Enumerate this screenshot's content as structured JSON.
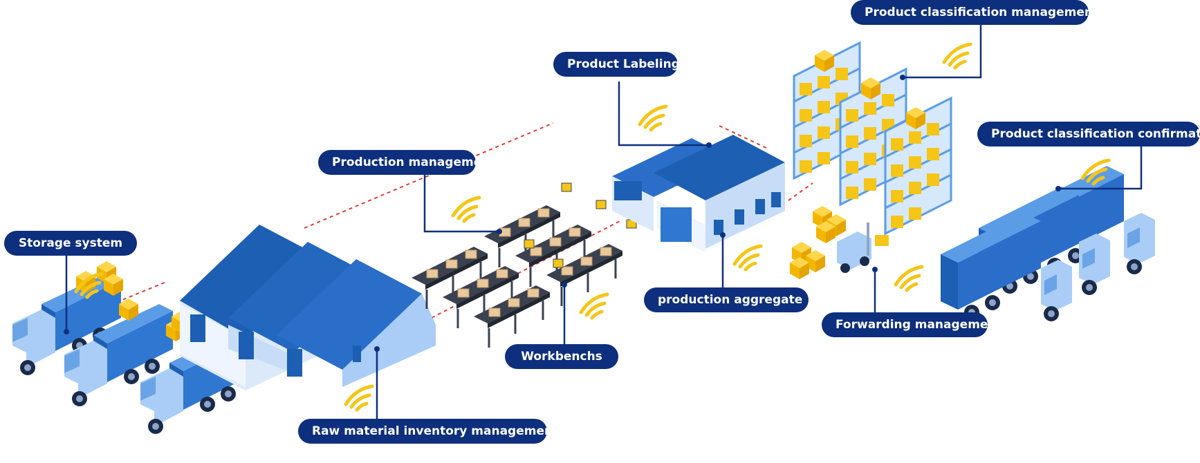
{
  "colors": {
    "label_bg": "#0d2f7d",
    "label_text": "#ffffff",
    "connector": "#0d2f7d",
    "route": "#e53935",
    "building_roof": "#1d5fb2",
    "building_wall": "#dbe9fb",
    "truck_body": "#2f77d1",
    "box": "#f5c518",
    "wifi": "#f5c518"
  },
  "labels": {
    "storage_system": "Storage system",
    "raw_material": "Raw material inventory management",
    "production_management": "Production management",
    "workbenchs": "Workbenchs",
    "product_labeling": "Product Labeling",
    "production_aggregate": "production aggregate",
    "forwarding": "Forwarding management",
    "classification_management": "Product classification management",
    "classification_confirmation": "Product classification confirmation"
  },
  "icons": [
    "truck-icon",
    "box-icon",
    "warehouse-icon",
    "conveyor-icon",
    "factory-icon",
    "shelf-icon",
    "forklift-icon",
    "wifi-icon"
  ]
}
